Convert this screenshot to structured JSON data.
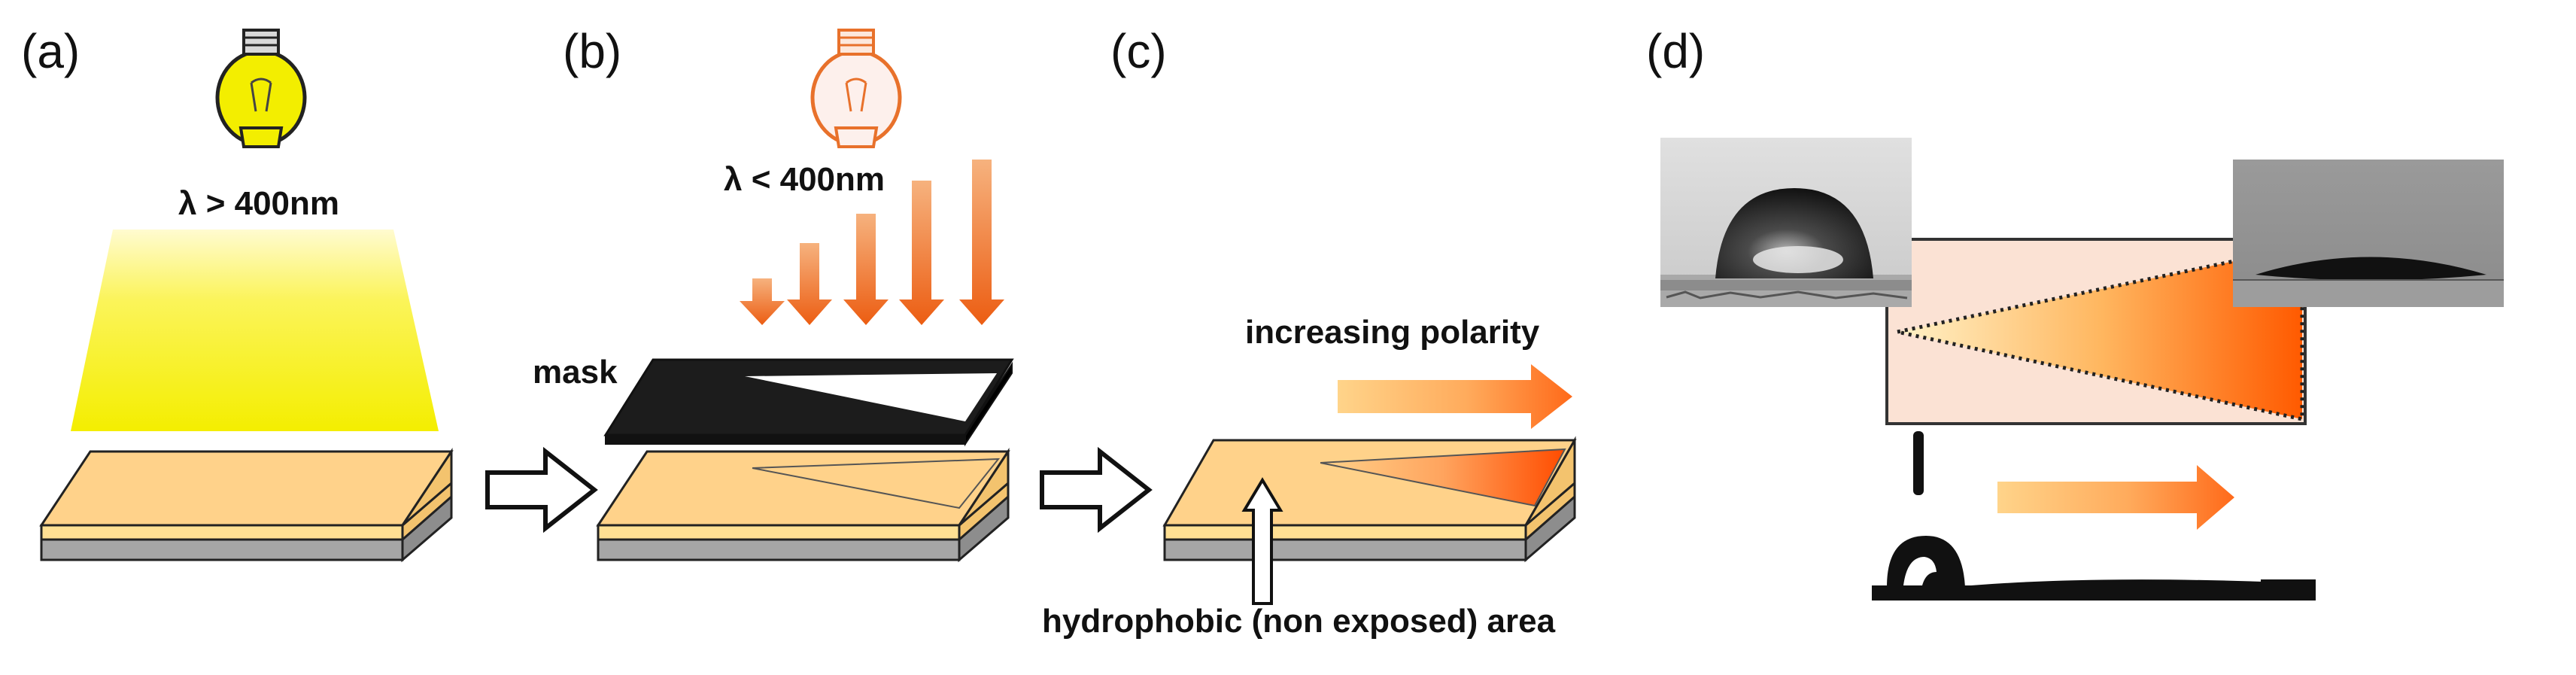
{
  "panels": {
    "a": {
      "label": "(a)",
      "wavelength": "λ > 400nm"
    },
    "b": {
      "label": "(b)",
      "wavelength": "λ < 400nm",
      "mask": "mask"
    },
    "c": {
      "label": "(c)",
      "gradient": "increasing polarity",
      "note": "hydrophobic (non exposed) area"
    },
    "d": {
      "label": "(d)"
    }
  },
  "colors": {
    "visible_light": "#f6f300",
    "uv_bulb": "#e8712b",
    "film": "#ffd28a",
    "substrate": "#a6a6a6",
    "mask": "#1c1c1c",
    "polar_end": "#ff5a00",
    "gradient_background": "#fbe2d4"
  },
  "icons": [
    "yellow-light-bulb-icon",
    "orange-uv-bulb-icon",
    "block-arrow-icon",
    "downward-arrow-icon"
  ]
}
